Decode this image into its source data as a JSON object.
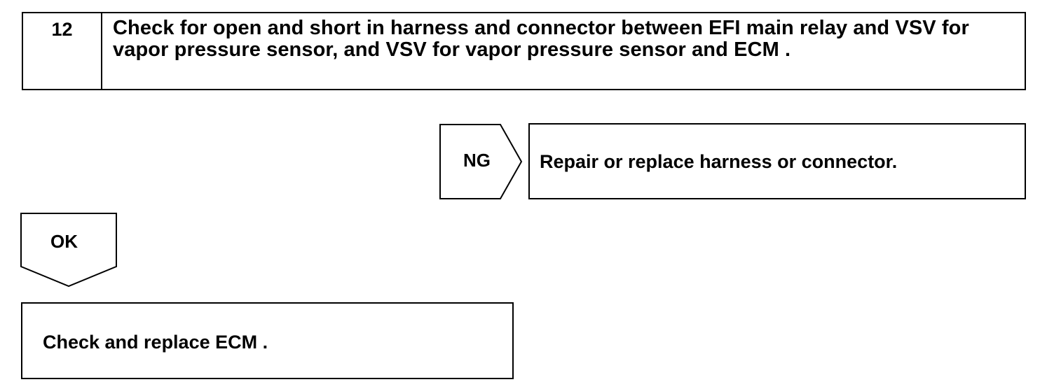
{
  "step": {
    "number": "12",
    "title": "Check for open and short in harness and connector between EFI main relay and VSV for vapor pressure sensor, and VSV for vapor pressure sensor and ECM ."
  },
  "ng_branch": {
    "label": "NG",
    "action": "Repair or replace harness or connector."
  },
  "ok_branch": {
    "label": "OK",
    "action": "Check and replace ECM ."
  }
}
